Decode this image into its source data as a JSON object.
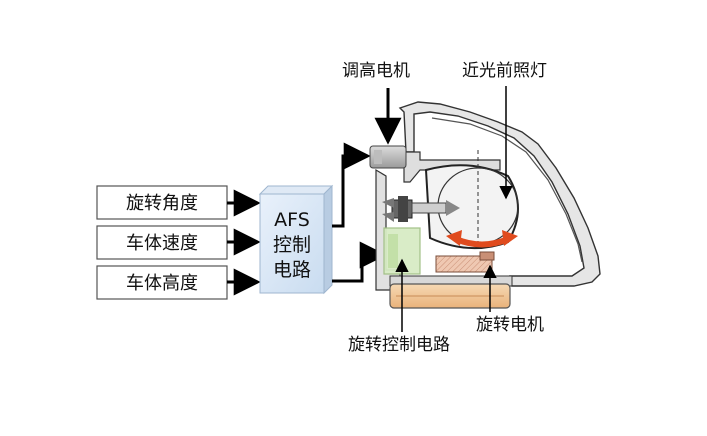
{
  "inputs": [
    "旋转角度",
    "车体速度",
    "车体高度"
  ],
  "controller": {
    "line1": "AFS",
    "line2": "控制",
    "line3": "电路"
  },
  "callouts": {
    "height_motor": "调高电机",
    "low_beam": "近光前照灯",
    "rotation_control": "旋转控制电路",
    "rotation_motor": "旋转电机"
  }
}
